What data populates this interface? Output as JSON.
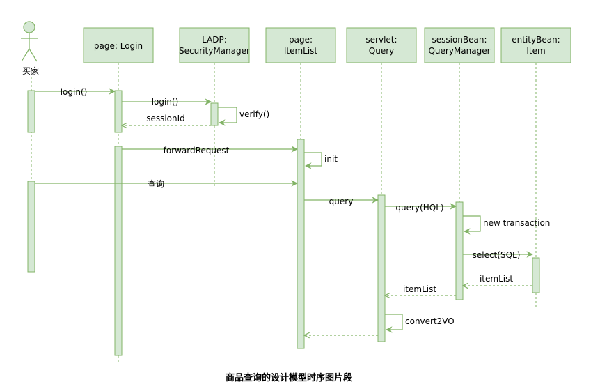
{
  "colors": {
    "stroke": "#82b366",
    "fill": "#d5e8d4",
    "text": "#000000"
  },
  "actor": {
    "label": "买家"
  },
  "participants": [
    {
      "id": "login",
      "lines": [
        "page: Login"
      ]
    },
    {
      "id": "security",
      "lines": [
        "LADP:",
        "SecurityManager"
      ]
    },
    {
      "id": "itemlist",
      "lines": [
        "page:",
        "ItemList"
      ]
    },
    {
      "id": "query",
      "lines": [
        "servlet:",
        "Query"
      ]
    },
    {
      "id": "qm",
      "lines": [
        "sessionBean:",
        "QueryManager"
      ]
    },
    {
      "id": "item",
      "lines": [
        "entityBean:",
        "Item"
      ]
    }
  ],
  "messages": [
    {
      "label": "login()",
      "kind": "sync"
    },
    {
      "label": "login()",
      "kind": "sync"
    },
    {
      "label": "verify()",
      "kind": "self"
    },
    {
      "label": "sessionId",
      "kind": "return"
    },
    {
      "label": "forwardRequest",
      "kind": "sync"
    },
    {
      "label": "init",
      "kind": "self"
    },
    {
      "label": "查询",
      "kind": "sync"
    },
    {
      "label": "query",
      "kind": "sync"
    },
    {
      "label": "query(HQL)",
      "kind": "sync"
    },
    {
      "label": "new transaction",
      "kind": "self"
    },
    {
      "label": "select(SQL)",
      "kind": "sync"
    },
    {
      "label": "itemList",
      "kind": "return"
    },
    {
      "label": "itemList",
      "kind": "return"
    },
    {
      "label": "convert2VO",
      "kind": "self"
    },
    {
      "label": "",
      "kind": "return"
    }
  ],
  "caption": "商品查询的设计模型时序图片段"
}
